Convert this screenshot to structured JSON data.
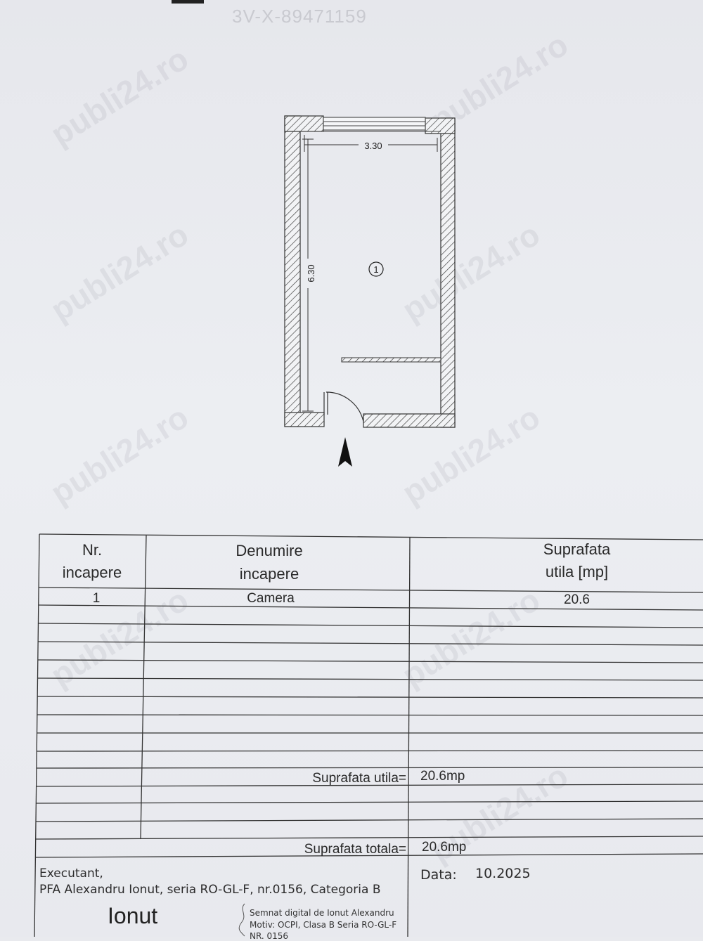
{
  "header": {
    "faint_text": "3V-X-89471159"
  },
  "watermark": "publi24.ro",
  "plan": {
    "width_label": "3.30",
    "length_label": "6.30",
    "room_number": "1"
  },
  "table": {
    "headers": {
      "nr": [
        "Nr.",
        "incapere"
      ],
      "name": [
        "Denumire",
        "incapere"
      ],
      "area": [
        "Suprafata",
        "utila [mp]"
      ]
    },
    "rows": [
      {
        "nr": "1",
        "name": "Camera",
        "area": "20.6"
      }
    ],
    "useful_area_label": "Suprafata utila=",
    "useful_area_value": "20.6mp",
    "total_area_label": "Suprafata totala=",
    "total_area_value": "20.6mp"
  },
  "footer": {
    "executant_label": "Executant,",
    "executant_details": "PFA Alexandru Ionut, seria RO-GL-F, nr.0156, Categoria B",
    "date_label": "Data:",
    "date_value": "10.2025",
    "signature_name": "Ionut",
    "signature_lines": [
      "Semnat digital de Ionut Alexandru",
      "Motiv: OCPI, Clasa B Seria RO-GL-F",
      "NR. 0156"
    ]
  }
}
